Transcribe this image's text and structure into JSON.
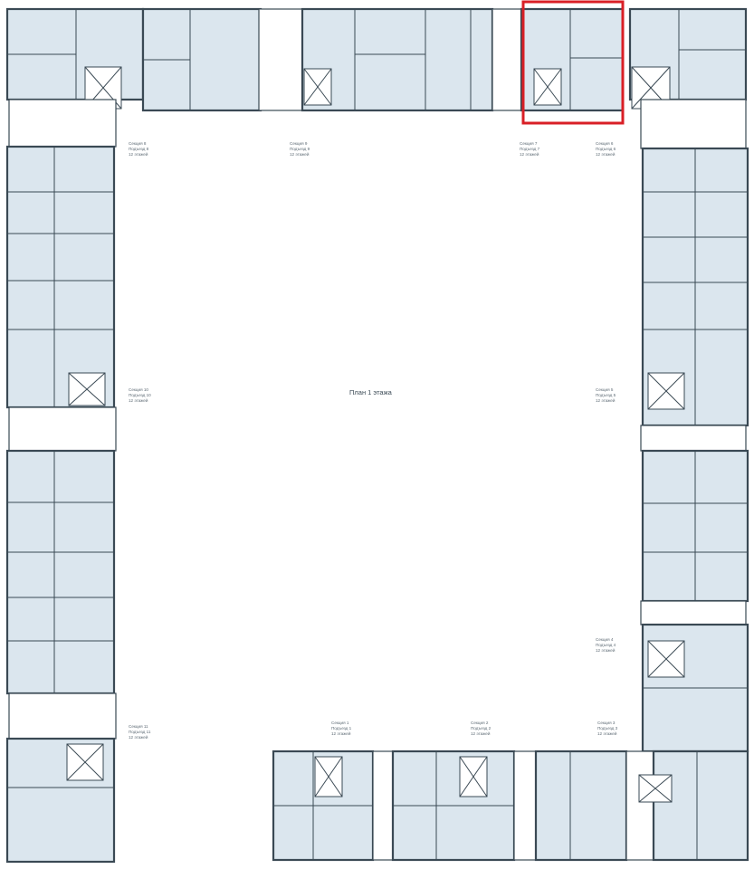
{
  "plan": {
    "title": "План 1 этажа",
    "highlight_color": "#d91f26",
    "fill_color": "#dbe6ee",
    "wall_color": "#3a4954",
    "sections": [
      {
        "id": "s8",
        "lines": [
          "Секция 8",
          "Подъезд 8",
          "12 этажей"
        ]
      },
      {
        "id": "s9",
        "lines": [
          "Секция 9",
          "Подъезд 9",
          "12 этажей"
        ]
      },
      {
        "id": "s7",
        "lines": [
          "Секция 7",
          "Подъезд 7",
          "12 этажей"
        ]
      },
      {
        "id": "s6",
        "lines": [
          "Секция 6",
          "Подъезд 6",
          "12 этажей"
        ]
      },
      {
        "id": "s10",
        "lines": [
          "Секция 10",
          "Подъезд 10",
          "12 этажей"
        ]
      },
      {
        "id": "s5",
        "lines": [
          "Секция 5",
          "Подъезд 5",
          "12 этажей"
        ]
      },
      {
        "id": "s4",
        "lines": [
          "Секция 4",
          "Подъезд 4",
          "12 этажей"
        ]
      },
      {
        "id": "s11",
        "lines": [
          "Секция 11",
          "Подъезд 11",
          "12 этажей"
        ]
      },
      {
        "id": "s1",
        "lines": [
          "Секция 1",
          "Подъезд 1",
          "12 этажей"
        ]
      },
      {
        "id": "s2",
        "lines": [
          "Секция 2",
          "Подъезд 2",
          "12 этажей"
        ]
      },
      {
        "id": "s3",
        "lines": [
          "Секция 3",
          "Подъезд 3",
          "12 этажей"
        ]
      }
    ]
  }
}
